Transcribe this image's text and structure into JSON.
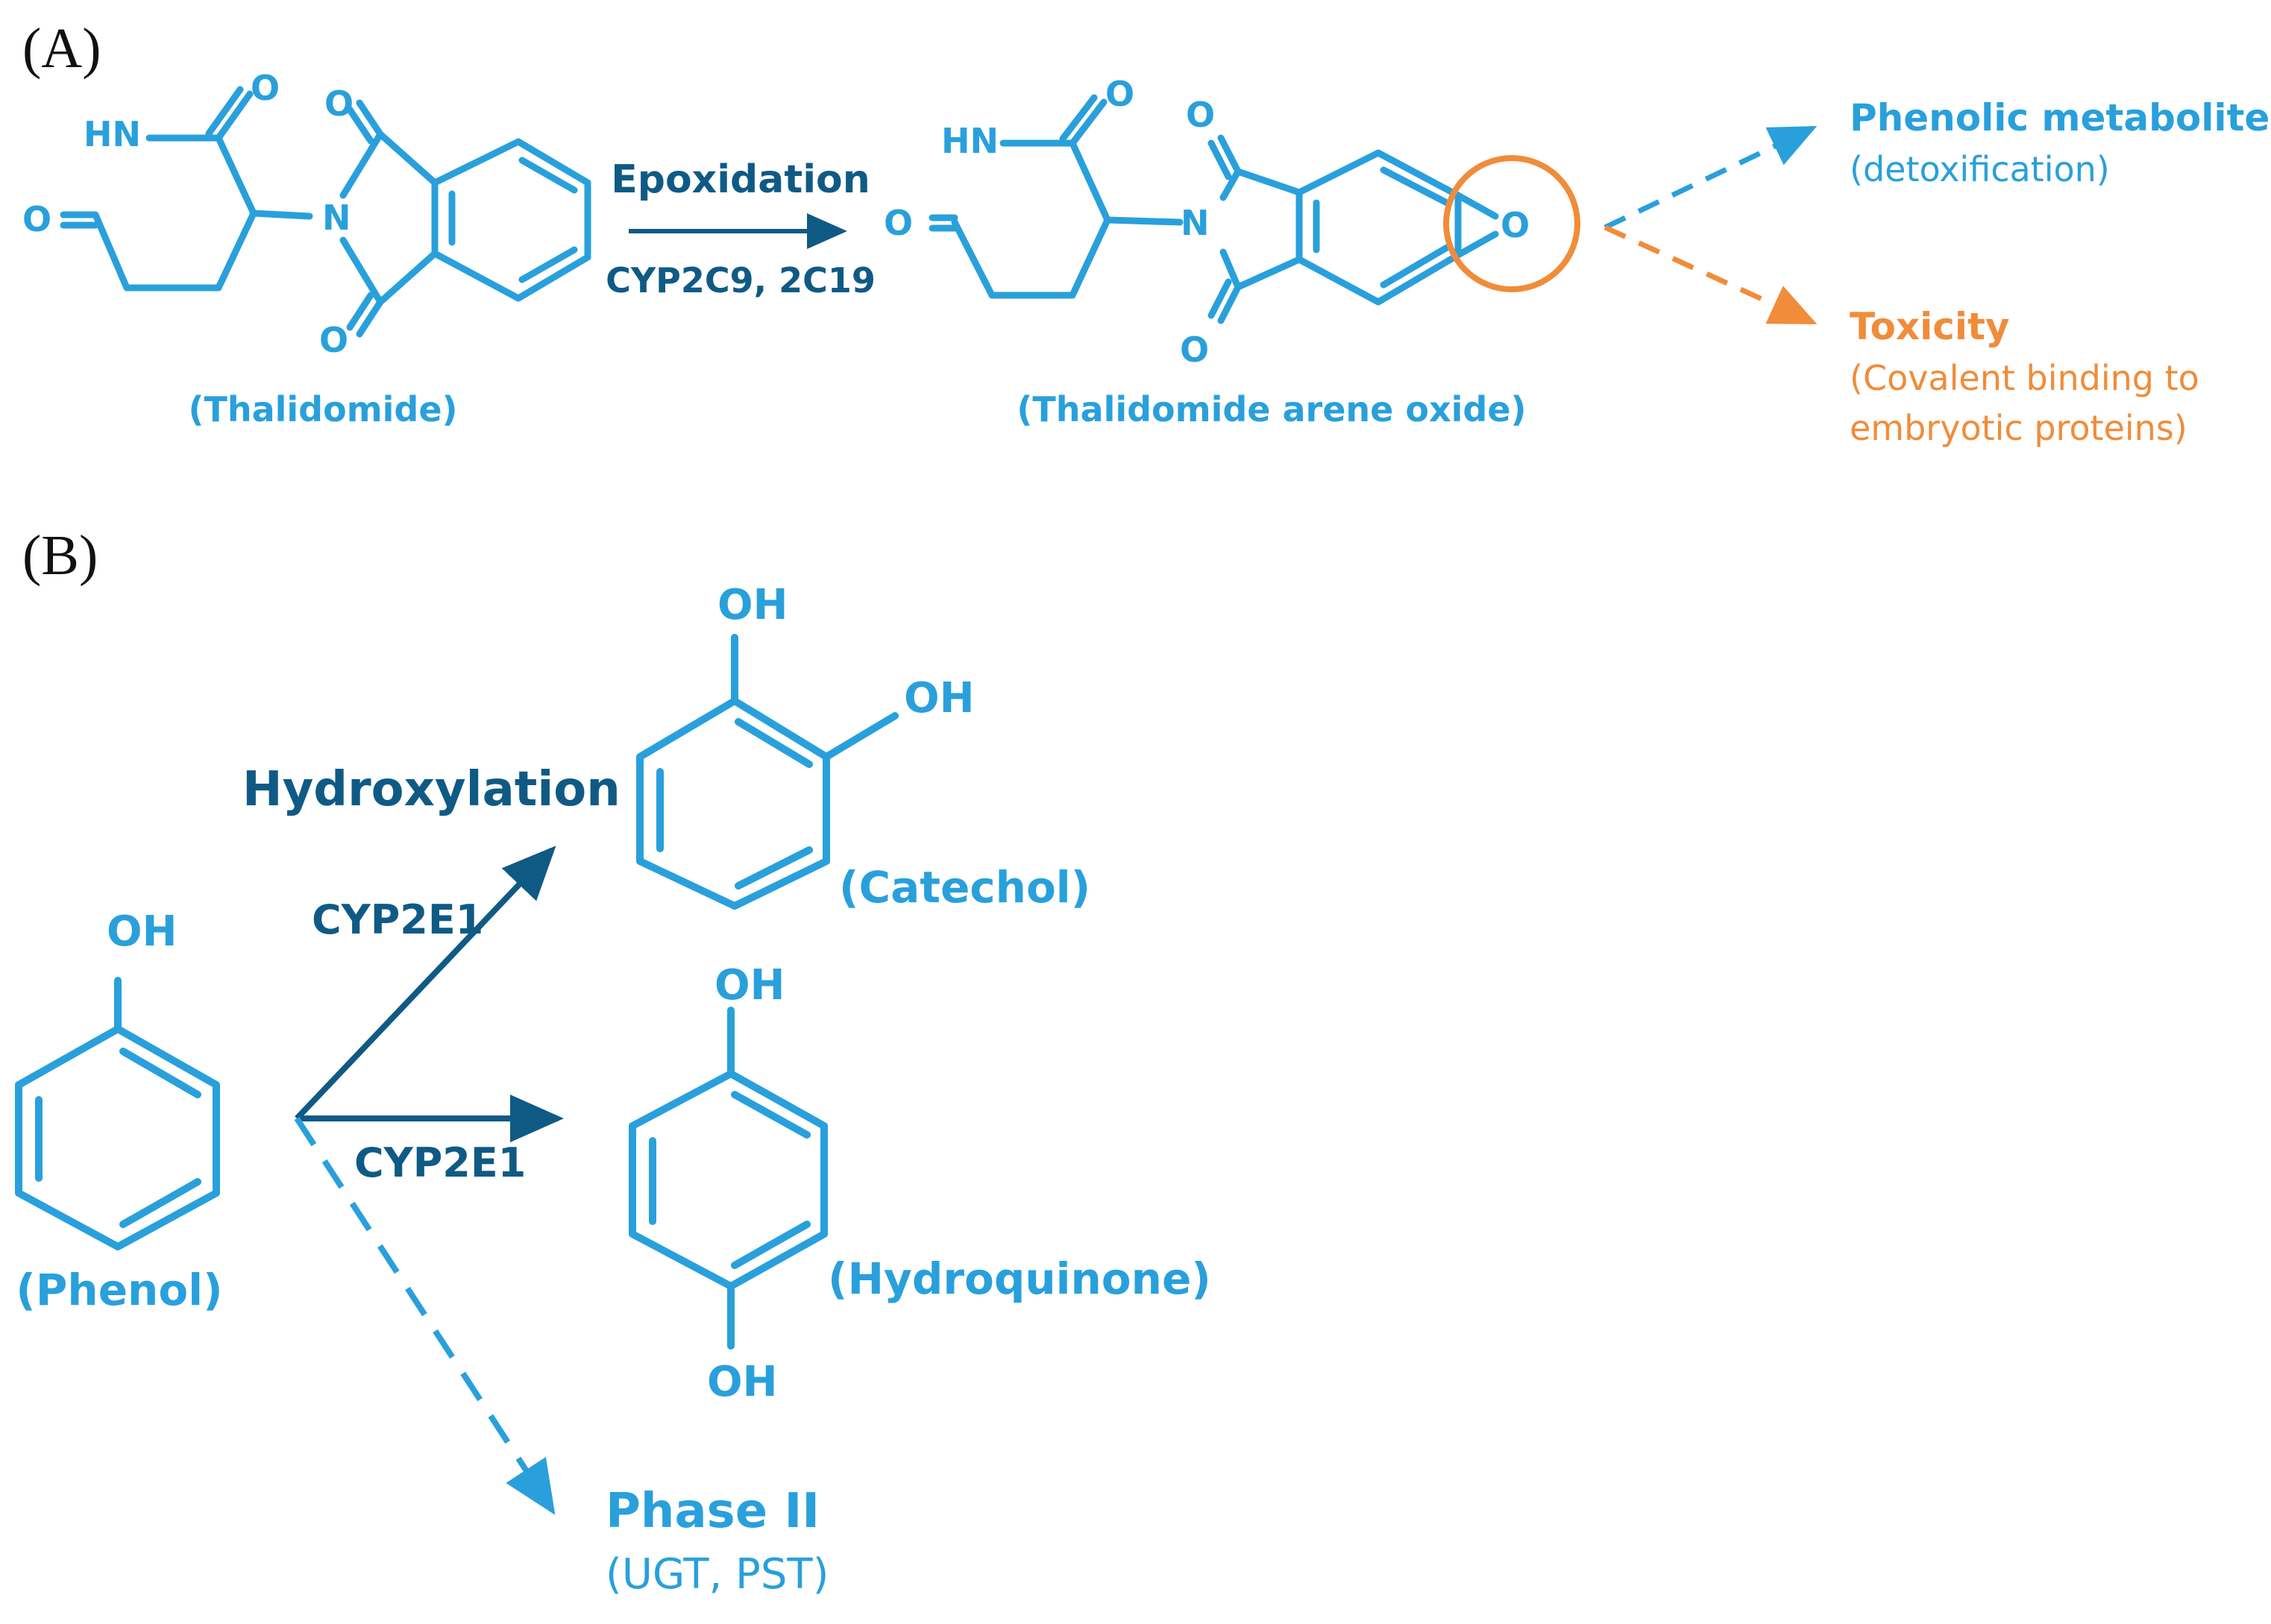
{
  "colors": {
    "structure": "#29a0db",
    "dark_arrow": "#0f5a85",
    "toxicity": "#f08c3a",
    "label": "#111111"
  },
  "panel_a": {
    "label": "(A)",
    "reactant": {
      "name": "(Thalidomide)",
      "atoms": {
        "nh": "HN",
        "o1": "O",
        "o2": "O",
        "o3": "O",
        "o4": "O",
        "n": "N"
      }
    },
    "reaction": {
      "step": "Epoxidation",
      "enzymes": "CYP2C9, 2C19"
    },
    "product": {
      "name": "(Thalidomide arene oxide)",
      "atoms": {
        "nh": "HN",
        "o1": "O",
        "o2": "O",
        "o3": "O",
        "o4": "O",
        "n": "N",
        "epoxide_o": "O"
      }
    },
    "outcomes": [
      {
        "title": "Phenolic metabolites",
        "lines": [
          "(detoxification)"
        ]
      },
      {
        "title": "Toxicity",
        "lines": [
          "(Covalent binding to",
          "embryotic proteins)"
        ]
      }
    ]
  },
  "panel_b": {
    "label": "(B)",
    "substrate": {
      "name": "(Phenol)",
      "oh": "OH"
    },
    "step": "Hydroxylation",
    "enzyme_upper": "CYP2E1",
    "enzyme_lower": "CYP2E1",
    "catechol": {
      "name": "(Catechol)",
      "oh1": "OH",
      "oh2": "OH"
    },
    "hydroquinone": {
      "name": "(Hydroquinone)",
      "oh1": "OH",
      "oh2": "OH"
    },
    "phase2": {
      "title": "Phase II",
      "sub": "(UGT, PST)"
    }
  }
}
